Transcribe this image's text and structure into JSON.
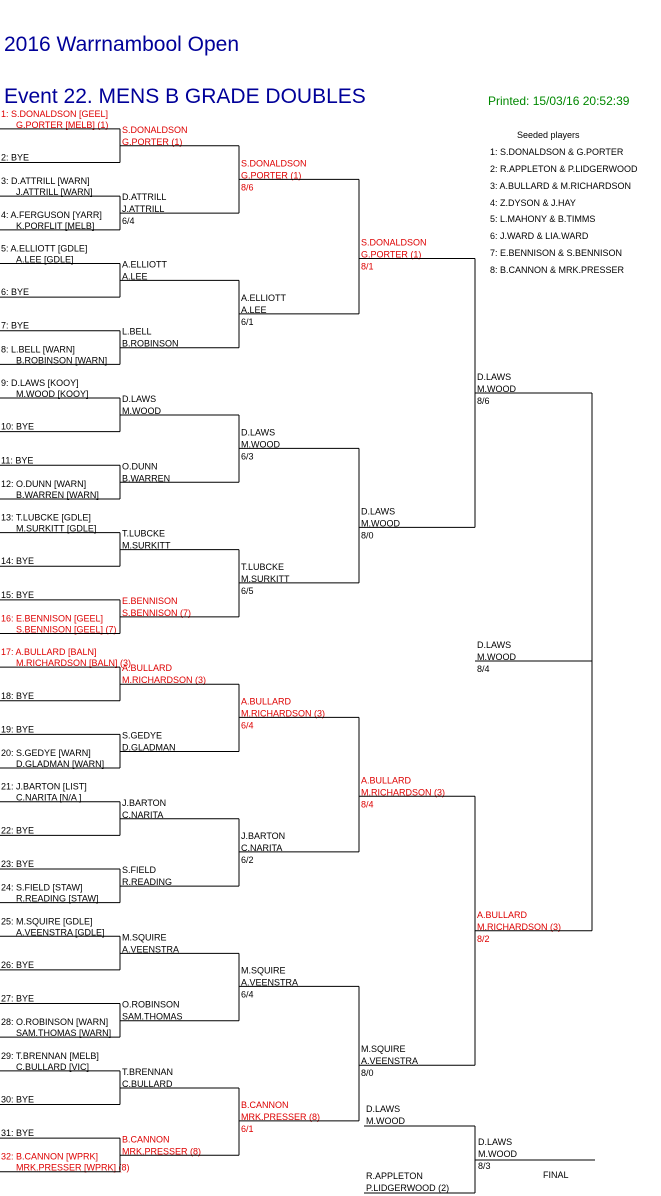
{
  "header": {
    "tournament": "2016 Warrnambool Open",
    "event": "Event 22. MENS B GRADE DOUBLES",
    "printed": "Printed: 15/03/16 20:52:39"
  },
  "seeds": {
    "title": "Seeded players",
    "items": [
      "1: S.DONALDSON & G.PORTER",
      "2: R.APPLETON & P.LIDGERWOOD",
      "3: A.BULLARD & M.RICHARDSON",
      "4: Z.DYSON & J.HAY",
      "5: L.MAHONY & B.TIMMS",
      "6: J.WARD & LIA.WARD",
      "7: E.BENNISON & S.BENNISON",
      "8: B.CANNON & MRK.PRESSER"
    ]
  },
  "colors": {
    "seeded": "#dd0000",
    "normal": "#000000",
    "title": "#000099",
    "printed": "#008800",
    "line": "#000000"
  },
  "draw": [
    {
      "a": "1: S.DONALDSON [GEEL]",
      "b": "G.PORTER [MELB] (1)",
      "seeded": true
    },
    {
      "a": "2: BYE",
      "b": ""
    },
    {
      "a": "3: D.ATTRILL [WARN]",
      "b": "J.ATTRILL [WARN]"
    },
    {
      "a": "4: A.FERGUSON [YARR]",
      "b": "K.PORFLIT [MELB]"
    },
    {
      "a": "5: A.ELLIOTT [GDLE]",
      "b": "A.LEE [GDLE]"
    },
    {
      "a": "6: BYE",
      "b": ""
    },
    {
      "a": "7: BYE",
      "b": ""
    },
    {
      "a": "8: L.BELL [WARN]",
      "b": "B.ROBINSON [WARN]"
    },
    {
      "a": "9: D.LAWS [KOOY]",
      "b": "M.WOOD [KOOY]"
    },
    {
      "a": "10: BYE",
      "b": ""
    },
    {
      "a": "11: BYE",
      "b": ""
    },
    {
      "a": "12: O.DUNN [WARN]",
      "b": "B.WARREN [WARN]"
    },
    {
      "a": "13: T.LUBCKE [GDLE]",
      "b": "M.SURKITT [GDLE]"
    },
    {
      "a": "14: BYE",
      "b": ""
    },
    {
      "a": "15: BYE",
      "b": ""
    },
    {
      "a": "16: E.BENNISON [GEEL]",
      "b": "S.BENNISON [GEEL] (7)",
      "seeded": true
    },
    {
      "a": "17: A.BULLARD [BALN]",
      "b": "M.RICHARDSON [BALN] (3)",
      "seeded": true
    },
    {
      "a": "18: BYE",
      "b": ""
    },
    {
      "a": "19: BYE",
      "b": ""
    },
    {
      "a": "20: S.GEDYE [WARN]",
      "b": "D.GLADMAN [WARN]"
    },
    {
      "a": "21: J.BARTON [LIST]",
      "b": "C.NARITA [N/A ]"
    },
    {
      "a": "22: BYE",
      "b": ""
    },
    {
      "a": "23: BYE",
      "b": ""
    },
    {
      "a": "24: S.FIELD [STAW]",
      "b": "R.READING [STAW]"
    },
    {
      "a": "25: M.SQUIRE [GDLE]",
      "b": "A.VEENSTRA [GDLE]"
    },
    {
      "a": "26: BYE",
      "b": ""
    },
    {
      "a": "27: BYE",
      "b": ""
    },
    {
      "a": "28: O.ROBINSON [WARN]",
      "b": "SAM.THOMAS [WARN]"
    },
    {
      "a": "29: T.BRENNAN [MELB]",
      "b": "C.BULLARD [VIC]"
    },
    {
      "a": "30: BYE",
      "b": ""
    },
    {
      "a": "31: BYE",
      "b": ""
    },
    {
      "a": "32: B.CANNON [WPRK]",
      "b": "MRK.PRESSER [WPRK] (8)",
      "seeded": true
    }
  ],
  "round1": [
    {
      "a": "S.DONALDSON",
      "b": "G.PORTER (1)",
      "score": "",
      "seeded": true
    },
    {
      "a": "D.ATTRILL",
      "b": "J.ATTRILL",
      "score": "6/4"
    },
    {
      "a": "A.ELLIOTT",
      "b": "A.LEE",
      "score": ""
    },
    {
      "a": "L.BELL",
      "b": "B.ROBINSON",
      "score": ""
    },
    {
      "a": "D.LAWS",
      "b": "M.WOOD",
      "score": ""
    },
    {
      "a": "O.DUNN",
      "b": "B.WARREN",
      "score": ""
    },
    {
      "a": "T.LUBCKE",
      "b": "M.SURKITT",
      "score": ""
    },
    {
      "a": "E.BENNISON",
      "b": "S.BENNISON (7)",
      "score": "",
      "seeded": true
    },
    {
      "a": "A.BULLARD",
      "b": "M.RICHARDSON (3)",
      "score": "",
      "seeded": true
    },
    {
      "a": "S.GEDYE",
      "b": "D.GLADMAN",
      "score": ""
    },
    {
      "a": "J.BARTON",
      "b": "C.NARITA",
      "score": ""
    },
    {
      "a": "S.FIELD",
      "b": "R.READING",
      "score": ""
    },
    {
      "a": "M.SQUIRE",
      "b": "A.VEENSTRA",
      "score": ""
    },
    {
      "a": "O.ROBINSON",
      "b": "SAM.THOMAS",
      "score": ""
    },
    {
      "a": "T.BRENNAN",
      "b": "C.BULLARD",
      "score": ""
    },
    {
      "a": "B.CANNON",
      "b": "MRK.PRESSER (8)",
      "score": "",
      "seeded": true
    }
  ],
  "round2": [
    {
      "a": "S.DONALDSON",
      "b": "G.PORTER (1)",
      "score": "8/6",
      "seeded": true
    },
    {
      "a": "A.ELLIOTT",
      "b": "A.LEE",
      "score": "6/1"
    },
    {
      "a": "D.LAWS",
      "b": "M.WOOD",
      "score": "6/3"
    },
    {
      "a": "T.LUBCKE",
      "b": "M.SURKITT",
      "score": "6/5"
    },
    {
      "a": "A.BULLARD",
      "b": "M.RICHARDSON (3)",
      "score": "6/4",
      "seeded": true
    },
    {
      "a": "J.BARTON",
      "b": "C.NARITA",
      "score": "6/2"
    },
    {
      "a": "M.SQUIRE",
      "b": "A.VEENSTRA",
      "score": "6/4"
    },
    {
      "a": "B.CANNON",
      "b": "MRK.PRESSER (8)",
      "score": "6/1",
      "seeded": true
    }
  ],
  "round3": [
    {
      "a": "S.DONALDSON",
      "b": "G.PORTER (1)",
      "score": "8/1",
      "seeded": true
    },
    {
      "a": "D.LAWS",
      "b": "M.WOOD",
      "score": "8/0"
    },
    {
      "a": "A.BULLARD",
      "b": "M.RICHARDSON (3)",
      "score": "8/4",
      "seeded": true
    },
    {
      "a": "M.SQUIRE",
      "b": "A.VEENSTRA",
      "score": "8/0"
    }
  ],
  "round4": [
    {
      "a": "D.LAWS",
      "b": "M.WOOD",
      "score": "8/6"
    },
    {
      "a": "A.BULLARD",
      "b": "M.RICHARDSON (3)",
      "score": "8/2",
      "seeded": true
    }
  ],
  "round5": [
    {
      "a": "D.LAWS",
      "b": "M.WOOD",
      "score": "8/4"
    }
  ],
  "final_block": {
    "top": {
      "a": "D.LAWS",
      "b": "M.WOOD"
    },
    "bottom": {
      "a": "R.APPLETON",
      "b": "P.LIDGERWOOD (2)"
    },
    "winner": {
      "a": "D.LAWS",
      "b": "M.WOOD",
      "score": "8/3"
    },
    "label": "FINAL"
  }
}
